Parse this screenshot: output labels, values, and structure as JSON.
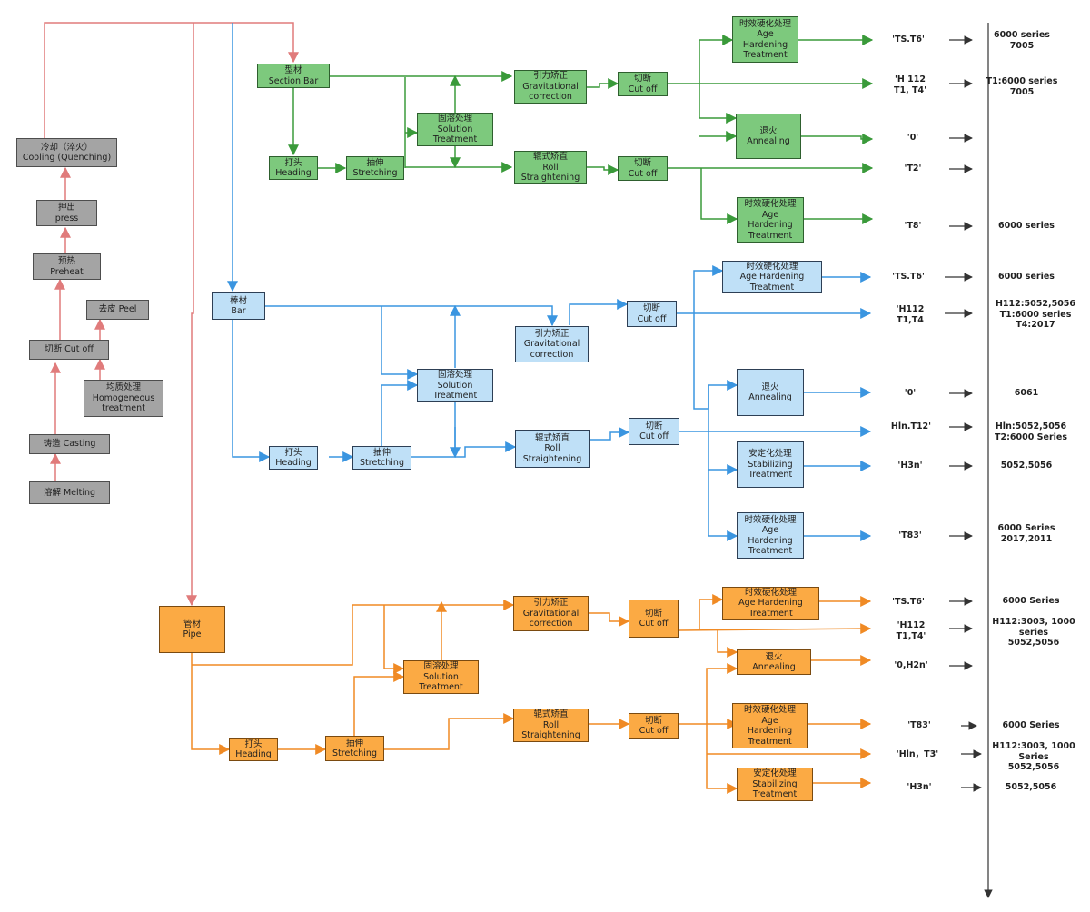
{
  "colors": {
    "red": "#e07b7b",
    "green": "#3a9a3a",
    "blue": "#3a95e0",
    "orange": "#f08a24",
    "black": "#333333"
  },
  "process": {
    "melting": [
      "溶解 Melting"
    ],
    "casting": [
      "铸造 Casting"
    ],
    "homogeneous": [
      "均质处理",
      "Homogeneous",
      "treatment"
    ],
    "cutoff": [
      "切断 Cut off"
    ],
    "peel": [
      "去皮 Peel"
    ],
    "preheat": [
      "预热",
      "Preheat"
    ],
    "press": [
      "押出",
      "press"
    ],
    "cooling": [
      "冷却（淬火）",
      "Cooling (Quenching)"
    ]
  },
  "section": {
    "bar": [
      "型材",
      "Section Bar"
    ],
    "heading": [
      "打头",
      "Heading"
    ],
    "stretching": [
      "抽伸",
      "Stretching"
    ],
    "solution": [
      "固溶处理",
      "Solution",
      "Treatment"
    ],
    "gravitational": [
      "引力矫正",
      "Gravitational",
      "correction"
    ],
    "roll": [
      "辊式矫直",
      "Roll",
      "Straightening"
    ],
    "cut1": [
      "切断",
      "Cut off"
    ],
    "cut2": [
      "切断",
      "Cut off"
    ],
    "age1": [
      "时效硬化处理",
      "Age",
      "Hardening",
      "Treatment"
    ],
    "annealing": [
      "退火",
      "Annealing"
    ],
    "age2": [
      "时效硬化处理",
      "Age",
      "Hardening",
      "Treatment"
    ]
  },
  "barstock": {
    "bar": [
      "棒材",
      "Bar"
    ],
    "heading": [
      "打头",
      "Heading"
    ],
    "stretching": [
      "抽伸",
      "Stretching"
    ],
    "solution": [
      "固溶处理",
      "Solution",
      "Treatment"
    ],
    "gravitational": [
      "引力矫正",
      "Gravitational",
      "correction"
    ],
    "roll": [
      "辊式矫直",
      "Roll",
      "Straightening"
    ],
    "cut1": [
      "切断",
      "Cut off"
    ],
    "cut2": [
      "切断",
      "Cut off"
    ],
    "age1": [
      "时效硬化处理",
      "Age Hardening",
      "Treatment"
    ],
    "annealing": [
      "退火",
      "Annealing"
    ],
    "stabilizing": [
      "安定化处理",
      "Stabilizing",
      "Treatment"
    ],
    "age2": [
      "时效硬化处理",
      "Age",
      "Hardening",
      "Treatment"
    ]
  },
  "pipe": {
    "pipe": [
      "管材",
      "Pipe"
    ],
    "heading": [
      "打头",
      "Heading"
    ],
    "stretching": [
      "抽伸",
      "Stretching"
    ],
    "solution": [
      "固溶处理",
      "Solution",
      "Treatment"
    ],
    "gravitational": [
      "引力矫正",
      "Gravitational",
      "correction"
    ],
    "roll": [
      "辊式矫直",
      "Roll",
      "Straightening"
    ],
    "cut1": [
      "切断",
      "Cut off"
    ],
    "cut2": [
      "切断",
      "Cut off"
    ],
    "age1": [
      "时效硬化处理",
      "Age Hardening",
      "Treatment"
    ],
    "annealing": [
      "退火",
      "Annealing"
    ],
    "age2": [
      "时效硬化处理",
      "Age",
      "Hardening",
      "Treatment"
    ],
    "stabilizing": [
      "安定化处理",
      "Stabilizing",
      "Treatment"
    ]
  },
  "tempers": {
    "s1": [
      "'TS.T6'"
    ],
    "s2": [
      "'H 112",
      "T1, T4'"
    ],
    "s3": [
      "'0'"
    ],
    "s4": [
      "'T2'"
    ],
    "s5": [
      "'T8'"
    ],
    "b1": [
      "'TS.T6'"
    ],
    "b2": [
      "'H112",
      "T1,T4"
    ],
    "b3": [
      "'0'"
    ],
    "b4": [
      "Hln.T12'"
    ],
    "b5": [
      "'H3n'"
    ],
    "b6": [
      "'T83'"
    ],
    "p1": [
      "'TS.T6'"
    ],
    "p2": [
      "'H112",
      "T1,T4'"
    ],
    "p3": [
      "'0,H2n'"
    ],
    "p4": [
      "'T83'"
    ],
    "p5": [
      "'Hln，T3'"
    ],
    "p6": [
      "'H3n'"
    ]
  },
  "alloys": {
    "s1": [
      "6000 series",
      "7005"
    ],
    "s2": [
      "T1:6000 series",
      "7005"
    ],
    "s5": [
      "6000 series"
    ],
    "b1": [
      "6000 series"
    ],
    "b2": [
      "H112:5052,5056",
      "T1:6000 series",
      "T4:2017"
    ],
    "b3": [
      "6061"
    ],
    "b4": [
      "Hln:5052,5056",
      "T2:6000 Series"
    ],
    "b5": [
      "5052,5056"
    ],
    "b6": [
      "6000 Series",
      "2017,2011"
    ],
    "p1": [
      "6000 Series"
    ],
    "p2": [
      "H112:3003, 1000",
      "series",
      "5052,5056"
    ],
    "p4": [
      "6000 Series"
    ],
    "p5": [
      "H112:3003, 1000",
      "Series",
      "5052,5056"
    ],
    "p6": [
      "5052,5056"
    ]
  }
}
